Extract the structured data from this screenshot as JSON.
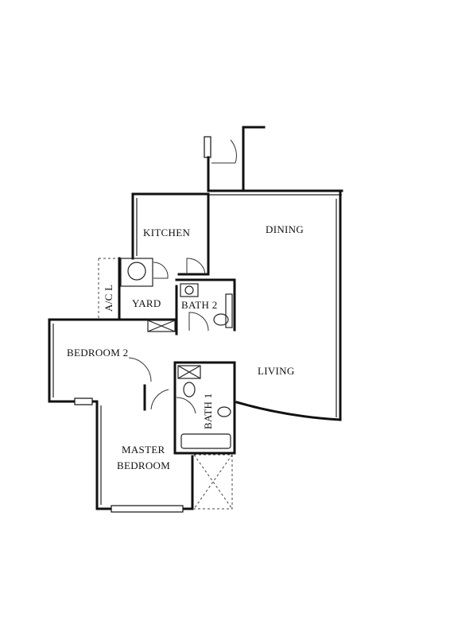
{
  "rooms": {
    "kitchen": "KITCHEN",
    "dining": "DINING",
    "yard": "YARD",
    "ac_ledge": "A/C L",
    "bath2": "BATH 2",
    "bedroom2": "BEDROOM 2",
    "living": "LIVING",
    "bath1": "BATH 1",
    "master_line1": "MASTER",
    "master_line2": "BEDROOM"
  }
}
